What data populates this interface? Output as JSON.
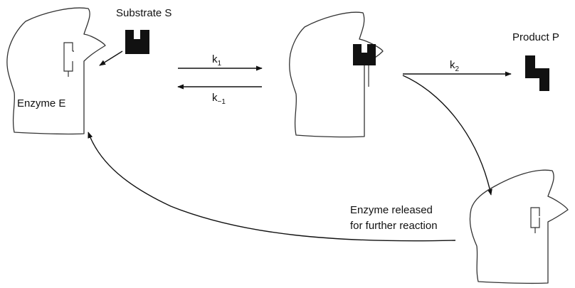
{
  "labels": {
    "substrate": "Substrate S",
    "enzyme": "Enzyme E",
    "product": "Product P",
    "released_line1": "Enzyme released",
    "released_line2": "for further reaction"
  },
  "rates": {
    "k": "k",
    "forward_sub": "1",
    "reverse_sub": "−1",
    "catalytic_sub": "2"
  },
  "colors": {
    "ink": "#111111",
    "outline": "#333333",
    "background": "#ffffff"
  }
}
